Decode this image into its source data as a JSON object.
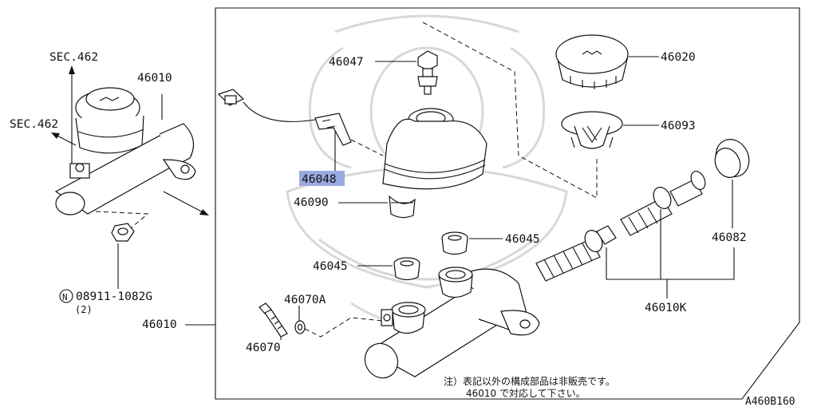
{
  "diagram": {
    "sec_top": "SEC.462",
    "sec_left": "SEC.462",
    "left_assembly": "46010",
    "nut_part": "08911-1082G",
    "nut_circle": "N",
    "nut_qty": "(2)",
    "assembly_ref": "46010",
    "cap": "46020",
    "bolt_top": "46047",
    "sensor": "46048",
    "strainer": "46093",
    "reservoir": "46090",
    "seal_ring": "46082",
    "grommet_upper": "46045",
    "grommet_lower": "46045",
    "gasket": "46070A",
    "bolt": "46070",
    "kit": "46010K",
    "note_line1": "注）表記以外の構成部品は非販売です。",
    "note_line2": "46010 で対応して下さい。",
    "figure_code": "A460B160"
  },
  "colors": {
    "highlight": "#9aa9df",
    "line": "#111111",
    "watermark": "#d8d8d8"
  }
}
